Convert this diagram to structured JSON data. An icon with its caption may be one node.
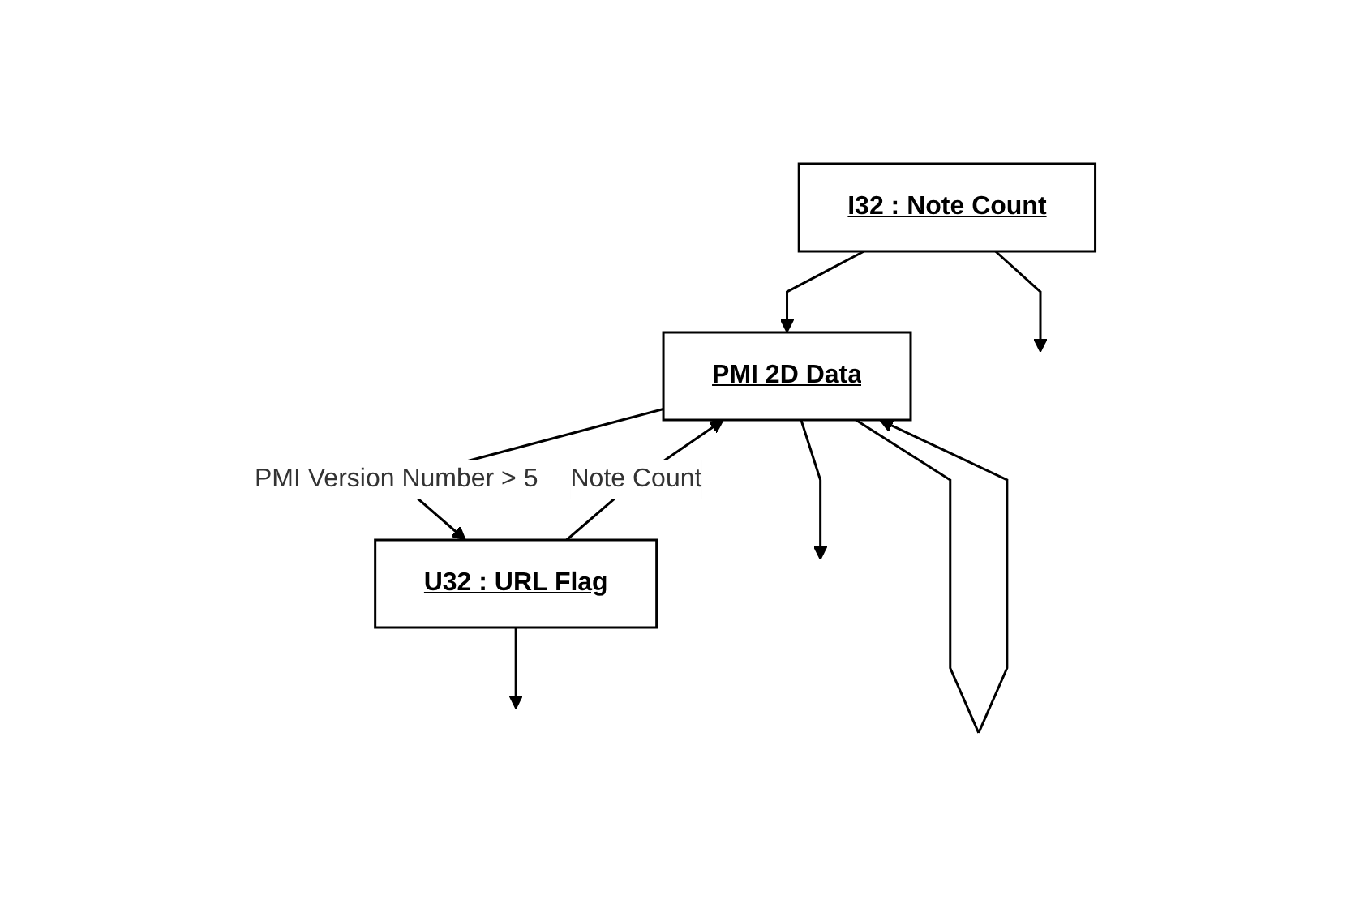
{
  "diagram": {
    "nodes": [
      {
        "text": [
          "I32 : Note Count"
        ]
      },
      {
        "text": [
          "PMI 2D Data"
        ]
      },
      {
        "text": [
          "U32 : URL Flag"
        ]
      }
    ],
    "edges": [
      {
        "from": 0,
        "to": 1,
        "arrow": "to"
      },
      {
        "from": 1,
        "to": 2,
        "arrow": "to",
        "label": "PMI Version Number > 5"
      },
      {
        "from": 2,
        "to": 1,
        "arrow": "to",
        "label": "Note Count"
      },
      {
        "from": 1,
        "to": 1,
        "arrow": "to"
      },
      {
        "from": 1,
        "to": null,
        "arrow": "to"
      },
      {
        "from": 2,
        "to": null,
        "arrow": "to"
      },
      {
        "from": 0,
        "to": null,
        "arrow": "to"
      }
    ]
  }
}
